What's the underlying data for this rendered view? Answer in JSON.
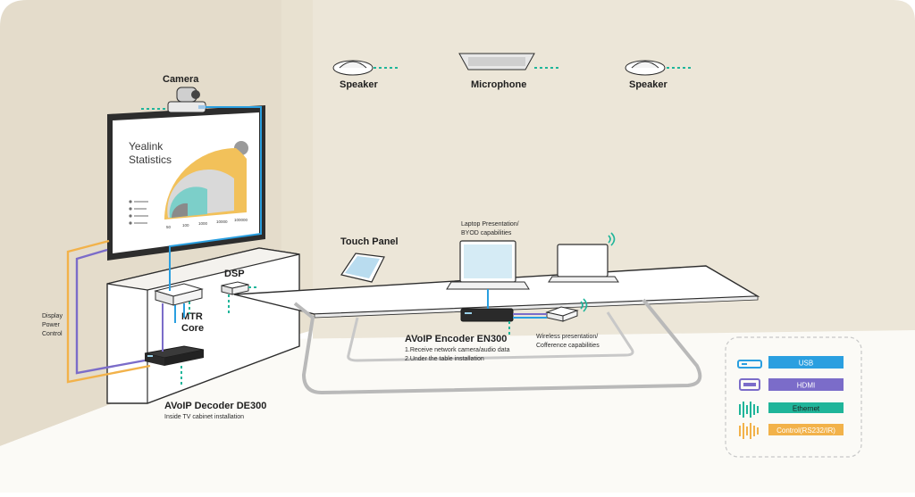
{
  "labels": {
    "camera": "Camera",
    "speaker_left": "Speaker",
    "microphone": "Microphone",
    "speaker_right": "Speaker",
    "dsp": "DSP",
    "mtr_core_1": "MTR",
    "mtr_core_2": "Core",
    "touch_panel": "Touch Panel",
    "laptop_line1": "Laptop Presentation/",
    "laptop_line2": "BYOD capabilities",
    "display_line1": "Display",
    "display_line2": "Power",
    "display_line3": "Control",
    "encoder_title": "AVoIP Encoder EN300",
    "encoder_line1": "1.Receive network camera/audio data",
    "encoder_line2": "2.Under the table installation",
    "wireless_line1": "Wireless presentation/",
    "wireless_line2": "Cofference capabilities",
    "decoder_title": "AVoIP Decoder DE300",
    "decoder_sub": "Inside TV cabinet installation"
  },
  "screen": {
    "title_line1": "Yealink",
    "title_line2": "Statistics",
    "axis_ticks": [
      "50",
      "100",
      "1000",
      "10000",
      "100000"
    ],
    "legend_items": [
      "",
      "",
      "",
      ""
    ]
  },
  "legend": {
    "usb": "USB",
    "hdmi": "HDMI",
    "ethernet": "Ethernet",
    "control": "Control(RS232/IR)"
  },
  "colors": {
    "usb": "#2a9fe0",
    "hdmi": "#7b6cc9",
    "ethernet": "#1fb59a",
    "control": "#f2b24a",
    "wall": "#ece6d8",
    "wall_side": "#e2dac8"
  },
  "icons": {
    "usb": "usb-icon",
    "hdmi": "hdmi-icon",
    "ethernet": "ethernet-wave-icon",
    "control": "control-wave-icon",
    "wifi": "wifi-icon"
  }
}
